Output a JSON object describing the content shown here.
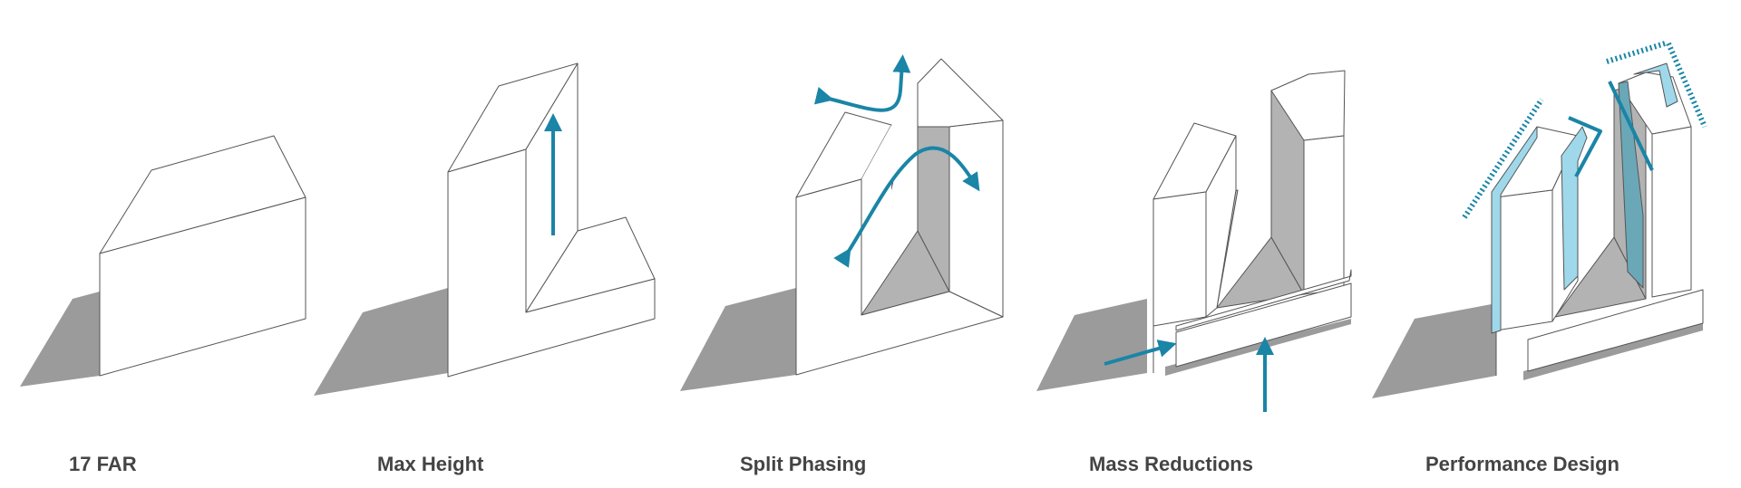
{
  "steps": [
    {
      "id": "far",
      "label": "17 FAR"
    },
    {
      "id": "max-height",
      "label": "Max Height"
    },
    {
      "id": "split-phasing",
      "label": "Split Phasing"
    },
    {
      "id": "mass-reductions",
      "label": "Mass Reductions"
    },
    {
      "id": "performance-design",
      "label": "Performance Design"
    }
  ],
  "colors": {
    "accent": "#1a85a6",
    "glass": "#9fd8ea",
    "glass_dark": "#6aa8b8",
    "shadow": "#9b9b9b",
    "inner_shade": "#b3b3b3",
    "outline": "#555555",
    "label": "#444444"
  }
}
